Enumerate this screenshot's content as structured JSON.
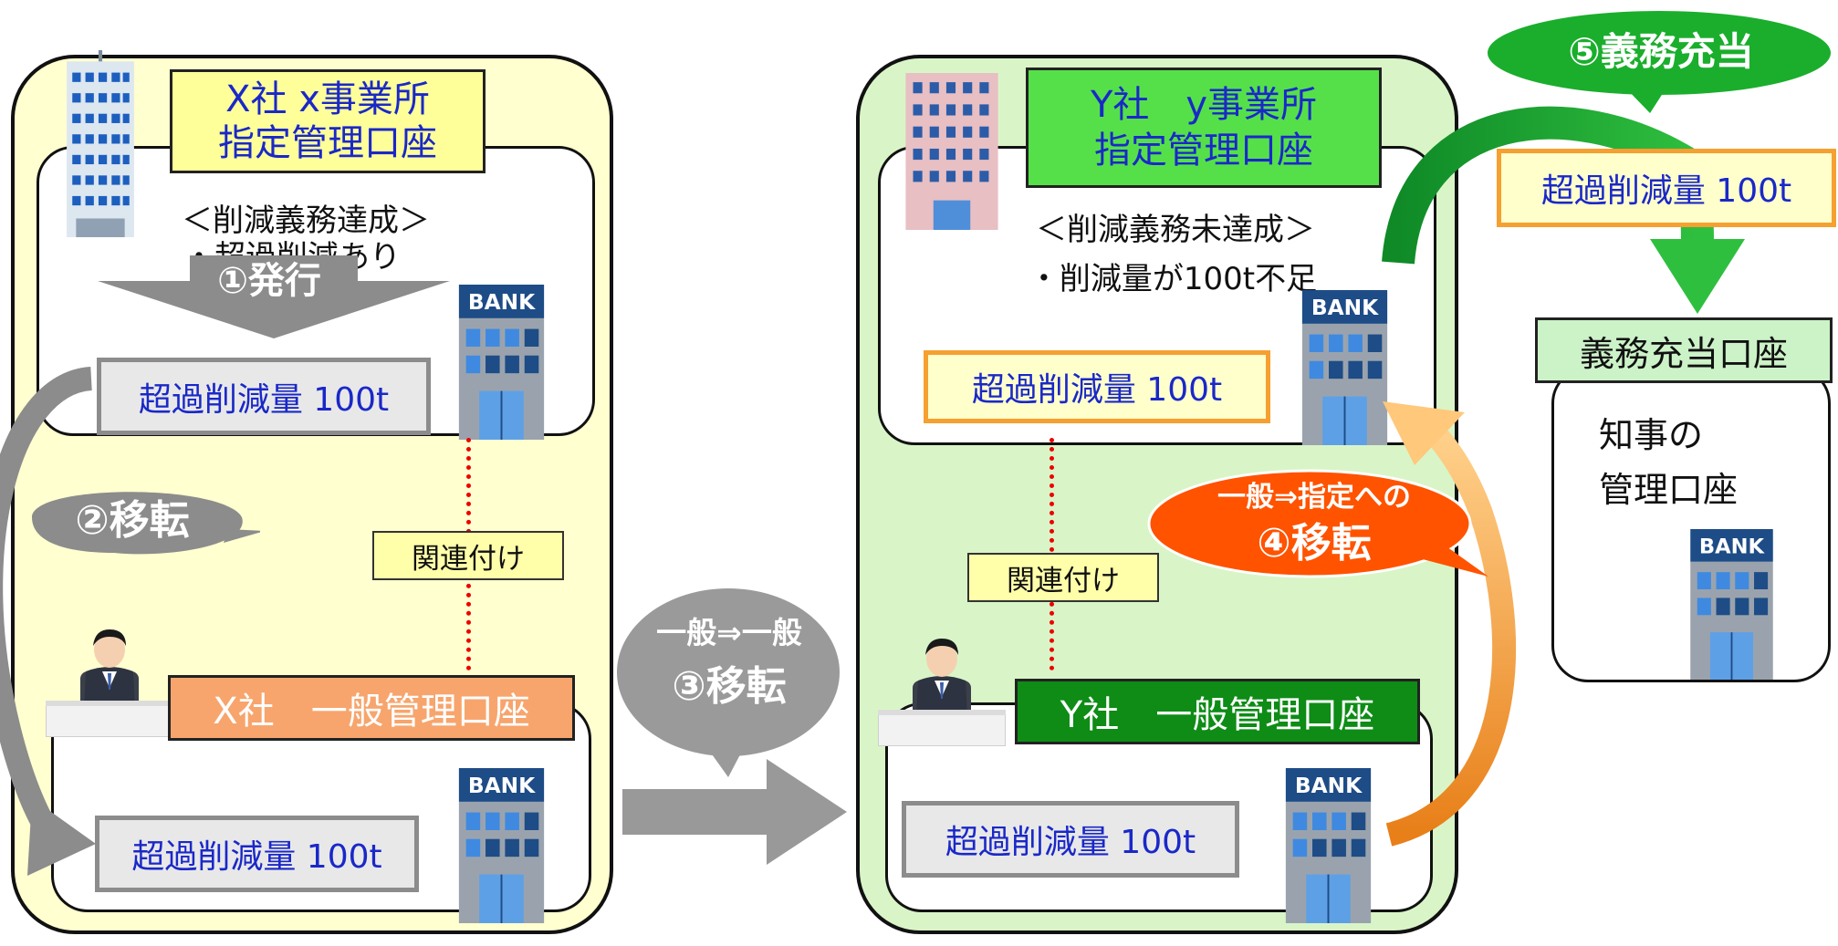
{
  "x_company": {
    "title_line1": "X社 x事業所",
    "title_line2": "指定管理口座",
    "status": "＜削減義務達成＞",
    "status_detail": "・超過削減あり",
    "issue_label": "①発行",
    "designated_balance": "超過削減量 100t",
    "link_label": "関連付け",
    "general_account": "X社　一般管理口座",
    "general_balance": "超過削減量 100t",
    "transfer_label": "②移転"
  },
  "transfer_between": {
    "line1": "一般⇒一般",
    "line2": "③移転"
  },
  "y_company": {
    "title_line1": "Y社　y事業所",
    "title_line2": "指定管理口座",
    "status": "＜削減義務未達成＞",
    "status_detail": "・削減量が100t不足",
    "designated_balance": "超過削減量 100t",
    "link_label": "関連付け",
    "general_account": "Y社　一般管理口座",
    "general_balance": "超過削減量 100t",
    "transfer_line1": "一般⇒指定への",
    "transfer_line2": "④移転"
  },
  "obligation": {
    "allocation_label": "⑤義務充当",
    "balance": "超過削減量 100t",
    "account_title": "義務充当口座",
    "governor_line1": "知事の",
    "governor_line2": "管理口座"
  },
  "icons": {
    "bank_text": "BANK"
  },
  "colors": {
    "x_company_bg": "#ffffd0",
    "y_company_bg": "#d9f5c8",
    "x_title_bg": "#ffff99",
    "y_title_bg": "#55e04a",
    "x_general_bg": "#f7a56d",
    "y_general_bg": "#0e8c16",
    "gray_arrow": "#8c8c8c",
    "orange_arrow": "#f39a34",
    "green_arrow": "#1a9a2f",
    "red_callout": "#ff5300"
  }
}
